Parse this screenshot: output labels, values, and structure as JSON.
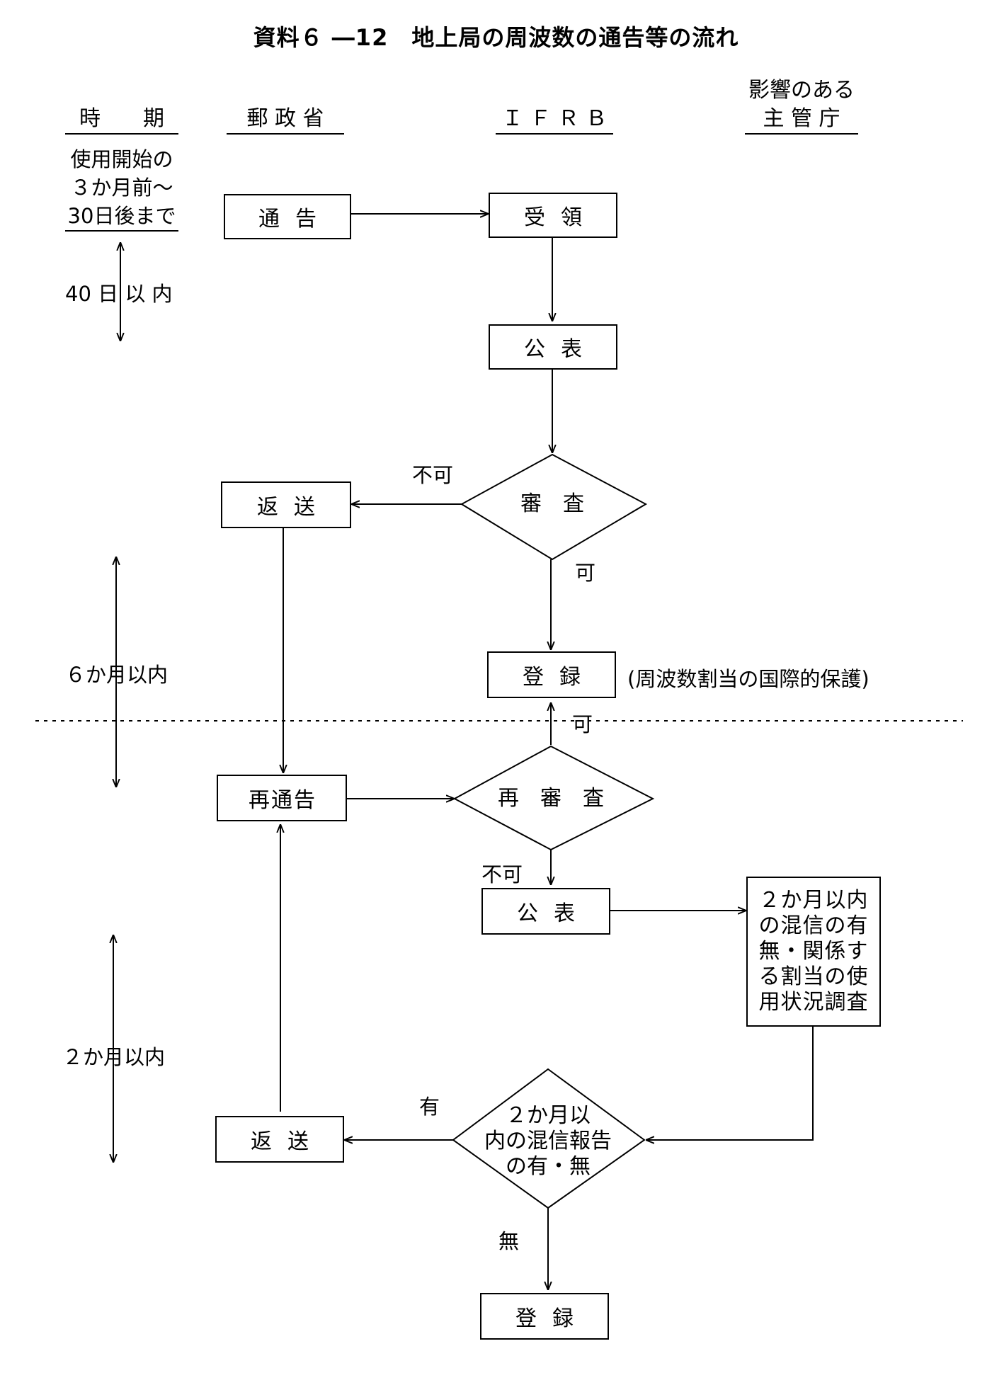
{
  "title": "資料６ ―12　地上局の周波数の通告等の流れ",
  "headers": {
    "time": "時　　期",
    "ministry": "郵 政 省",
    "ifrb": "Ｉ Ｆ Ｒ Ｂ",
    "affected_line1": "影響のある",
    "affected_line2": "主 管 庁"
  },
  "time_labels": {
    "start_line1": "使用開始の",
    "start_line2": "３か月前～",
    "start_line3": "30日後まで",
    "within_40_days": "40 日 以 内",
    "within_6_months": "６か月以内",
    "within_2_months": "２か月以内"
  },
  "nodes": {
    "notification": "通告",
    "receipt": "受領",
    "publication1": "公表",
    "examination": "審　査",
    "return1": "返送",
    "registration1": "登録",
    "protection_note": "(周波数割当の国際的保護)",
    "renotification": "再通告",
    "reexamination": "再　審　査",
    "publication2": "公表",
    "survey_line1": "２か月以内",
    "survey_line2": "の混信の有",
    "survey_line3": "無・関係す",
    "survey_line4": "る割当の使",
    "survey_line5": "用状況調査",
    "report_line1": "２か月以",
    "report_line2": "内の混信報告",
    "report_line3": "の有・無",
    "return2": "返送",
    "registration2": "登録"
  },
  "edge_labels": {
    "exam_no": "不可",
    "exam_yes": "可",
    "reexam_yes": "可",
    "reexam_no": "不可",
    "report_yes": "有",
    "report_no": "無"
  }
}
